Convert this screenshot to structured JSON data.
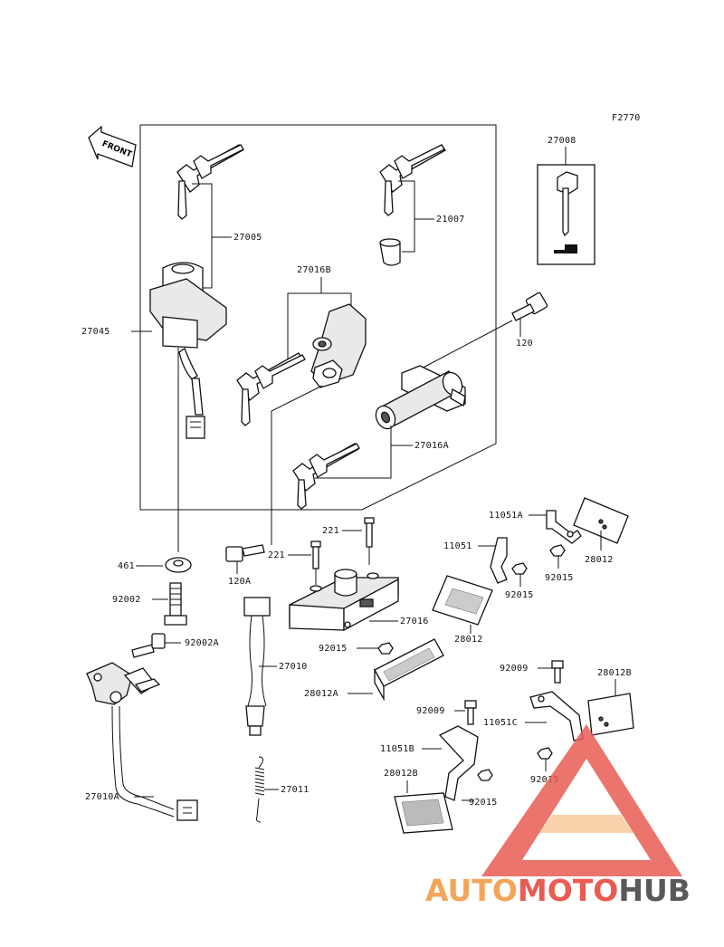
{
  "figure_code": "F2770",
  "front_label": "FRONT",
  "labels": {
    "p27008": "27008",
    "p27005": "27005",
    "p21007": "21007",
    "p27016B": "27016B",
    "p27045": "27045",
    "p120": "120",
    "p27016A": "27016A",
    "p11051A": "11051A",
    "p11051": "11051",
    "p221a": "221",
    "p221b": "221",
    "p28012a": "28012",
    "p92015a": "92015",
    "p92015b": "92015",
    "p461": "461",
    "p120A": "120A",
    "p92002": "92002",
    "p27016": "27016",
    "p28012b": "28012",
    "p92002A": "92002A",
    "p92015c": "92015",
    "p27010": "27010",
    "p28012A": "28012A",
    "p92009a": "92009",
    "p28012B_r": "28012B",
    "p92009b": "92009",
    "p11051C": "11051C",
    "p11051B": "11051B",
    "p28012B_l": "28012B",
    "p92015d": "92015",
    "p92015e": "92015",
    "p27011": "27011",
    "p27010A": "27010A"
  },
  "watermark": {
    "auto": "AUTO",
    "moto": "MOTO",
    "hub": "HUB"
  },
  "colors": {
    "line": "#111111",
    "watermark_red": "#e85c54",
    "watermark_orange": "#f2a65a",
    "watermark_gray": "#595959"
  }
}
